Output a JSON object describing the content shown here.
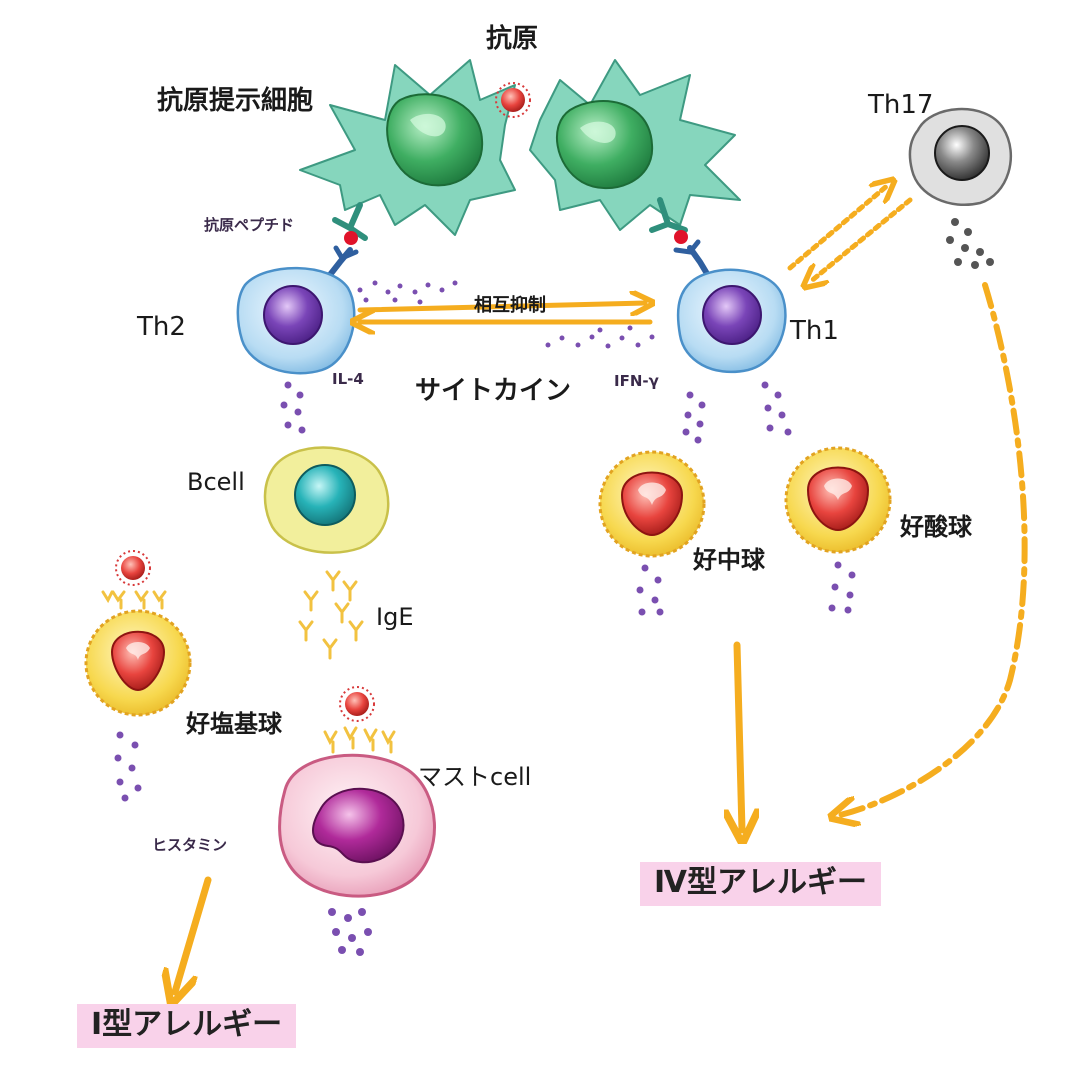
{
  "labels": {
    "antigen": "抗原",
    "apc": "抗原提示細胞",
    "antigen_peptide": "抗原ペプチド",
    "th2": "Th2",
    "th1": "Th1",
    "th17": "Th17",
    "mutual_suppression": "相互抑制",
    "il4": "IL-4",
    "ifn_gamma": "IFN-γ",
    "cytokine": "サイトカイン",
    "bcell": "Bcell",
    "ige": "IgE",
    "basophil": "好塩基球",
    "mast_cell": "マストcell",
    "histamine": "ヒスタミン",
    "neutrophil": "好中球",
    "eosinophil": "好酸球",
    "type1_allergy": "Ⅰ型アレルギー",
    "type4_allergy": "Ⅳ型アレルギー"
  },
  "colors": {
    "arrow": "#f5ad1f",
    "apc": "#7fcfb8",
    "apc_nucleus": "#3fa86a",
    "t_cell": "#a9d6f2",
    "t_nucleus": "#6a3fa6",
    "bcell": "#f4f0a0",
    "bcell_nucleus": "#1fa3a8",
    "granulocyte": "#f7d24a",
    "granule_nucleus": "#e8443e",
    "mast_cell": "#f6c6d6",
    "mast_nucleus": "#a8238e",
    "th17": "#c8c8c8",
    "dots": "#7a4fb0",
    "antigen": "#d8393a",
    "label_bg": "#f9d2ea"
  }
}
